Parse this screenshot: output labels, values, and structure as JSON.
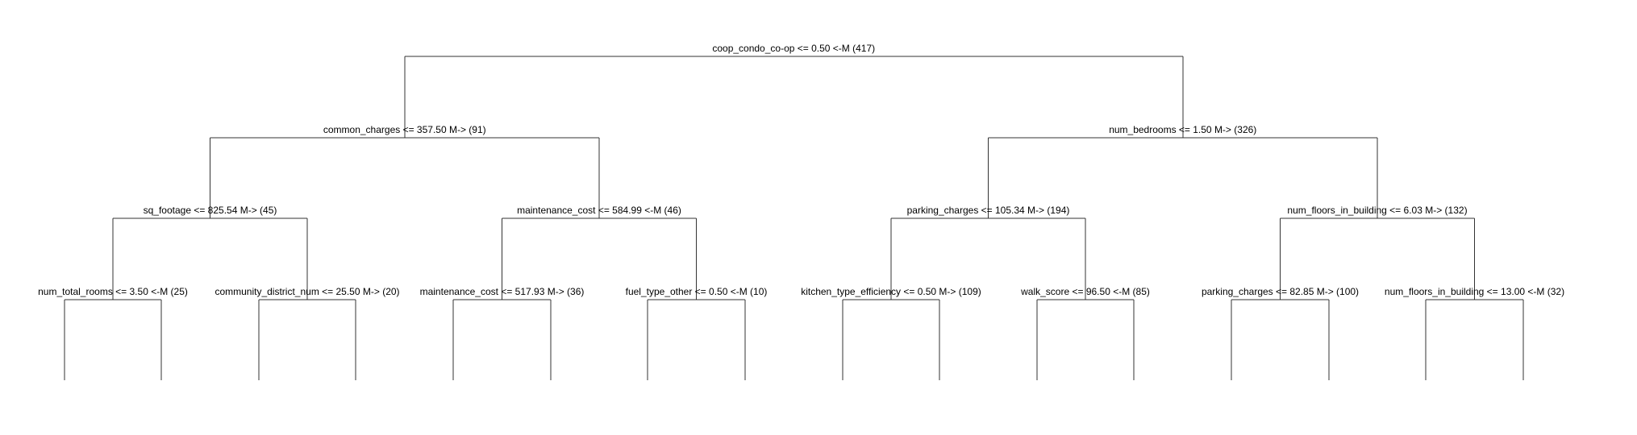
{
  "tree": {
    "nodes": [
      {
        "id": "root",
        "label": "coop_condo_co-op <= 0.50 <-M (417)"
      },
      {
        "id": "n_l",
        "label": "common_charges <= 357.50 M-> (91)"
      },
      {
        "id": "n_r",
        "label": "num_bedrooms <= 1.50 M-> (326)"
      },
      {
        "id": "n_ll",
        "label": "sq_footage <= 825.54 M-> (45)"
      },
      {
        "id": "n_lr",
        "label": "maintenance_cost <= 584.99 <-M (46)"
      },
      {
        "id": "n_rl",
        "label": "parking_charges <= 105.34 M-> (194)"
      },
      {
        "id": "n_rr",
        "label": "num_floors_in_building <= 6.03 M-> (132)"
      },
      {
        "id": "n_lll",
        "label": "num_total_rooms <= 3.50 <-M (25)"
      },
      {
        "id": "n_llr",
        "label": "community_district_num <= 25.50 M-> (20)"
      },
      {
        "id": "n_lrl",
        "label": "maintenance_cost <= 517.93 M-> (36)"
      },
      {
        "id": "n_lrr",
        "label": "fuel_type_other <= 0.50 <-M (10)"
      },
      {
        "id": "n_rll",
        "label": "kitchen_type_efficiency <= 0.50 M-> (109)"
      },
      {
        "id": "n_rlr",
        "label": "walk_score <= 96.50 <-M (85)"
      },
      {
        "id": "n_rrl",
        "label": "parking_charges <= 82.85 M-> (100)"
      },
      {
        "id": "n_rrr",
        "label": "num_floors_in_building <= 13.00 <-M (32)"
      }
    ]
  }
}
